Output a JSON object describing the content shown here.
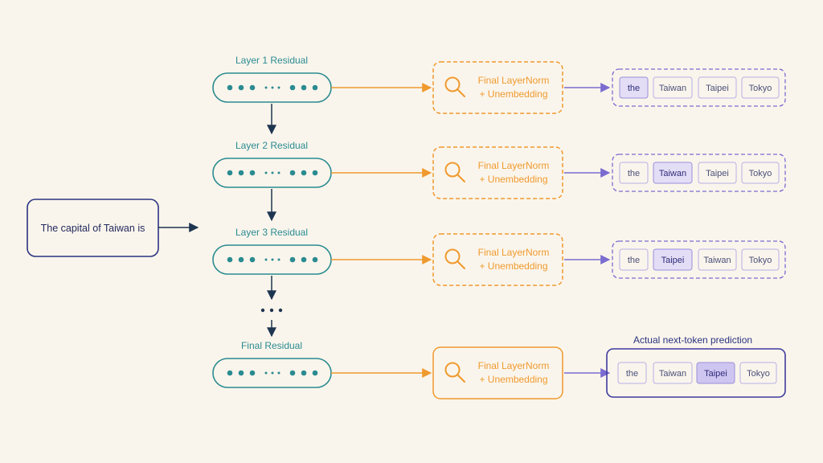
{
  "input": {
    "text": "The capital of Taiwan is"
  },
  "rows": [
    {
      "label": "Layer 1 Residual",
      "lens": {
        "line1": "Final LayerNorm",
        "line2": "+ Unembedding"
      },
      "tokens": [
        "the",
        "Taiwan",
        "Taipei",
        "Tokyo"
      ],
      "highlight": 0,
      "final": false
    },
    {
      "label": "Layer 2 Residual",
      "lens": {
        "line1": "Final LayerNorm",
        "line2": "+ Unembedding"
      },
      "tokens": [
        "the",
        "Taiwan",
        "Taipei",
        "Tokyo"
      ],
      "highlight": 1,
      "final": false
    },
    {
      "label": "Layer 3 Residual",
      "lens": {
        "line1": "Final LayerNorm",
        "line2": "+ Unembedding"
      },
      "tokens": [
        "the",
        "Taipei",
        "Taiwan",
        "Tokyo"
      ],
      "highlight": 1,
      "final": false
    },
    {
      "label": "Final Residual",
      "lens": {
        "line1": "Final LayerNorm",
        "line2": "+ Unembedding"
      },
      "tokens": [
        "the",
        "Taiwan",
        "Taipei",
        "Tokyo"
      ],
      "highlight": 2,
      "final": true
    }
  ],
  "prediction_label": "Actual next-token prediction",
  "colors": {
    "background": "#faf5ec",
    "navy": "#2a3380",
    "teal": "#2a8b91",
    "orange": "#ef9a2e",
    "purple": "#7b6cd0",
    "purple_dark": "#3e3a9e",
    "arrow_dark": "#1e3550",
    "highlight_fill": "#e3def6",
    "highlight_fill_final": "#cec6f0"
  },
  "icons": {
    "lens": "magnifier-icon",
    "ellipsis": "ellipsis-icon"
  }
}
